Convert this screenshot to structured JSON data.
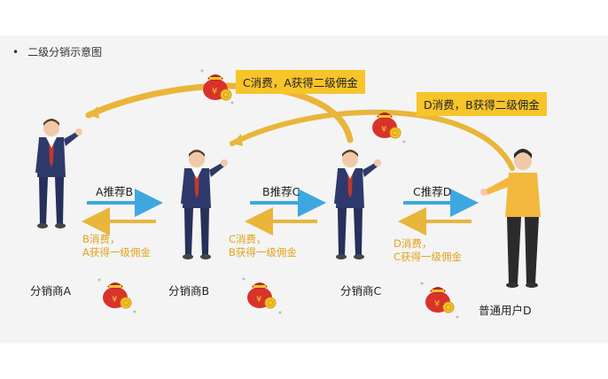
{
  "title": "二级分销示意图",
  "bullet": "•",
  "callouts": {
    "top_c": "C消费，A获得二级佣金",
    "top_d": "D消费，B获得二级佣金"
  },
  "recommend": {
    "ab": "A推荐B",
    "bc": "B推荐C",
    "cd": "C推荐D"
  },
  "flows": {
    "b_line1": "B消费，",
    "b_line2": "A获得一级佣金",
    "c_line1": "C消费，",
    "c_line2": "B获得一级佣金",
    "d_line1": "D消费，",
    "d_line2": "C获得一级佣金"
  },
  "nodes": {
    "a": "分销商A",
    "b": "分销商B",
    "c": "分销商C",
    "d": "普通用户D"
  },
  "colors": {
    "blue_arrow": "#3ea7e0",
    "gold_arrow": "#e9b53a",
    "callout_bg": "#f7c42a",
    "suit": "#2e3a6b",
    "user_shirt": "#f4b73e",
    "bag": "#d9322b"
  },
  "icons": [
    "money-bag-icon",
    "person-suit-icon",
    "person-casual-icon"
  ]
}
